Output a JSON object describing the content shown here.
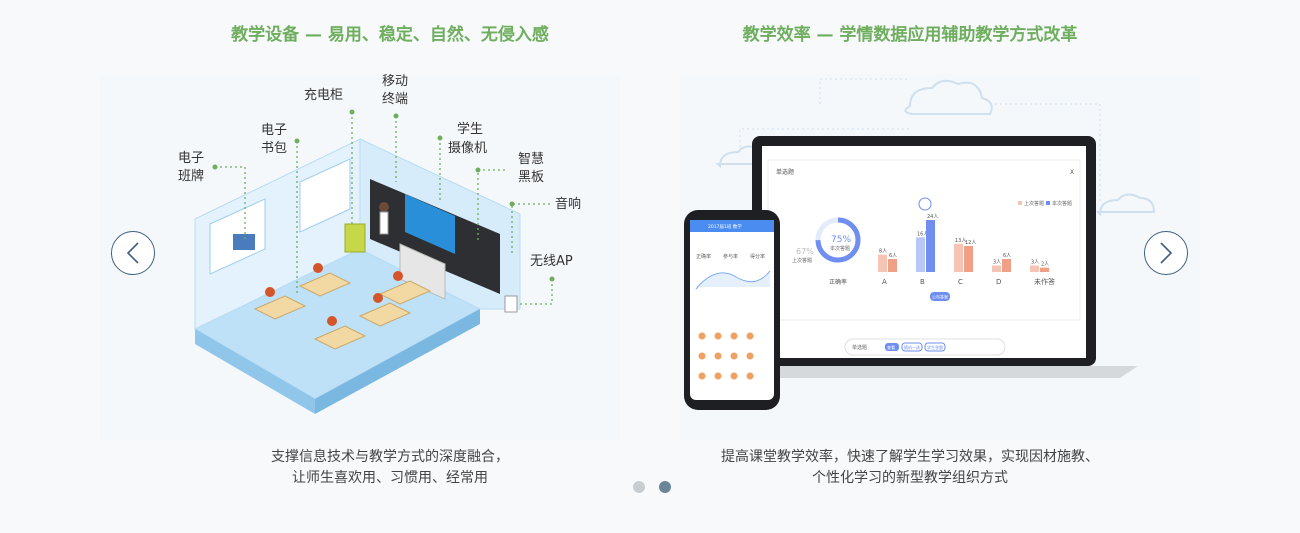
{
  "slides": [
    {
      "title": "教学设备 — 易用、稳定、自然、无侵入感",
      "caption_lines": [
        "支撑信息技术与教学方式的深度融合，",
        "让师生喜欢用、习惯用、经常用"
      ],
      "device_labels": {
        "e_class_card": [
          "电子",
          "班牌"
        ],
        "e_schoolbag": [
          "电子",
          "书包"
        ],
        "charging_cabinet": "充电柜",
        "mobile_terminal": [
          "移动",
          "终端"
        ],
        "student_camera": [
          "学生",
          "摄像机"
        ],
        "smart_blackboard": [
          "智慧",
          "黑板"
        ],
        "speaker": "音响",
        "wireless_ap": "无线AP"
      }
    },
    {
      "title": "教学效率 — 学情数据应用辅助教学方式改革",
      "caption_lines": [
        "提高课堂教学效率，快速了解学生学习效果，实现因材施教、",
        "个性化学习的新型教学组织方式"
      ],
      "laptop_screen": {
        "window_title": "单选题",
        "close": "X",
        "legend": [
          "上次答题",
          "本次答题"
        ],
        "ring_percent": "75%",
        "ring_sub": "本次答题",
        "ring_label": "正确率",
        "last_percent": "67%",
        "last_sub": "上次答题",
        "submit_button": "公布答案",
        "toolbar_name": "单选题",
        "toolbar_buttons": [
          "查看",
          "随机一选",
          "学生答题"
        ]
      },
      "phone_screen": {
        "header": "2017届1班 数学",
        "stat_labels": [
          "正确率",
          "参与率",
          "得分率"
        ]
      }
    }
  ],
  "chart_data": {
    "type": "bar",
    "categories": [
      "A",
      "B",
      "C",
      "D",
      "未作答"
    ],
    "series": [
      {
        "name": "上次答题",
        "values": [
          8,
          16,
          13,
          3,
          3
        ]
      },
      {
        "name": "本次答题",
        "values": [
          6,
          24,
          12,
          6,
          2
        ]
      }
    ],
    "value_labels": [
      [
        "8人",
        "6人"
      ],
      [
        "16人",
        "24人"
      ],
      [
        "13人",
        "12人"
      ],
      [
        "3人",
        "6人"
      ],
      [
        "3人",
        "2人"
      ]
    ],
    "ylim": [
      0,
      24
    ],
    "colors": {
      "last": "#f5c4b4",
      "current_high": "#6f8ef0",
      "current": "#f0a087"
    },
    "correct_index": 1,
    "legend": "top-right"
  },
  "nav": {
    "prev_icon": "chevron-left-icon",
    "next_icon": "chevron-right-icon",
    "dot_count": 2,
    "active_dot": 1
  },
  "colors": {
    "title": "#6fae5f",
    "arrow": "#3f5f7f",
    "dot_active": "#6b8699",
    "dot": "#c8cdd2"
  }
}
